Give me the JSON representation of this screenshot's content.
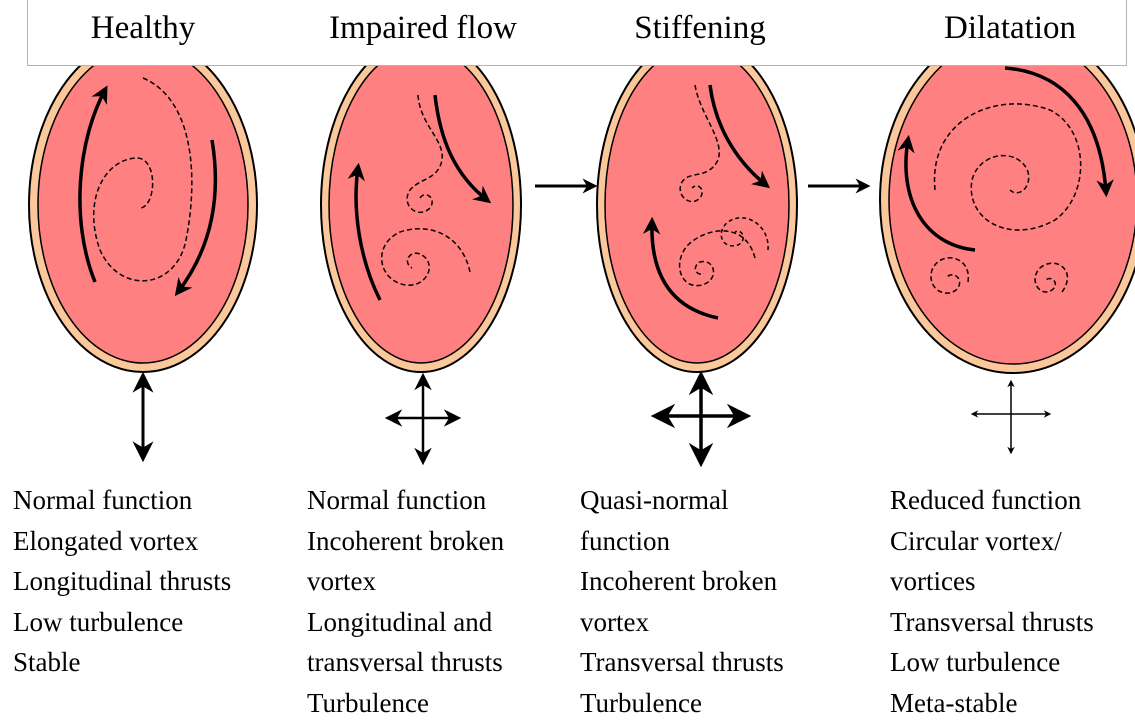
{
  "stages": [
    {
      "title": "Healthy",
      "lines": [
        "Normal function",
        "Elongated vortex",
        "Longitudinal thrusts",
        "Low turbulence",
        "Stable"
      ]
    },
    {
      "title": "Impaired flow",
      "lines": [
        "Normal function",
        "Incoherent broken",
        "vortex",
        "Longitudinal and",
        "transversal thrusts",
        "Turbulence"
      ]
    },
    {
      "title": "Stiffening",
      "lines": [
        "Quasi-normal",
        "function",
        "Incoherent broken",
        "vortex",
        "Transversal thrusts",
        "Turbulence"
      ]
    },
    {
      "title": "Dilatation",
      "lines": [
        "Reduced function",
        "Circular vortex/",
        "vortices",
        "Transversal thrusts",
        "Low turbulence",
        "Meta-stable"
      ]
    }
  ],
  "colors": {
    "chamber_fill": "#ff8080",
    "chamber_wall": "#fbc89c",
    "ink": "#000000",
    "header_border": "#b3b3b3"
  }
}
